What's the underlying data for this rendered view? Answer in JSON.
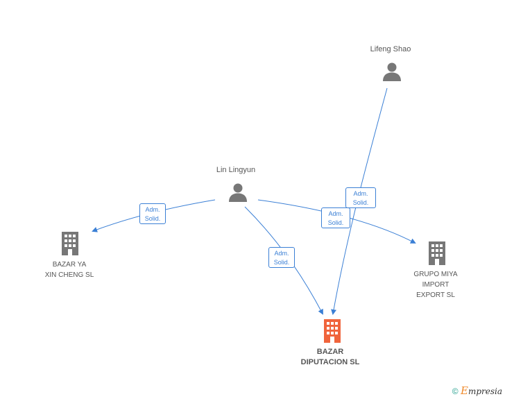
{
  "nodes": {
    "lifeng": {
      "label": "Lifeng Shao"
    },
    "lin": {
      "label": "Lin Lingyun"
    },
    "bazar_ya": {
      "label": "BAZAR YA\nXIN CHENG  SL"
    },
    "grupo": {
      "label": "GRUPO MIYA\nIMPORT\nEXPORT SL"
    },
    "bazar_dip": {
      "label": "BAZAR\nDIPUTACION SL"
    }
  },
  "edges": {
    "lin_to_bazar_ya": {
      "label": "Adm.\nSolid."
    },
    "lin_to_bazar_dip": {
      "label": "Adm.\nSolid."
    },
    "lin_to_grupo": {
      "label": "Adm.\nSolid."
    },
    "lifeng_to_bazar_dip": {
      "label": "Adm.\nSolid."
    }
  },
  "colors": {
    "edge": "#3a7fd5",
    "person": "#777777",
    "company": "#777777",
    "focus_company": "#f0643c"
  },
  "brand": {
    "copyright": "©",
    "e": "E",
    "rest": "mpresia"
  }
}
